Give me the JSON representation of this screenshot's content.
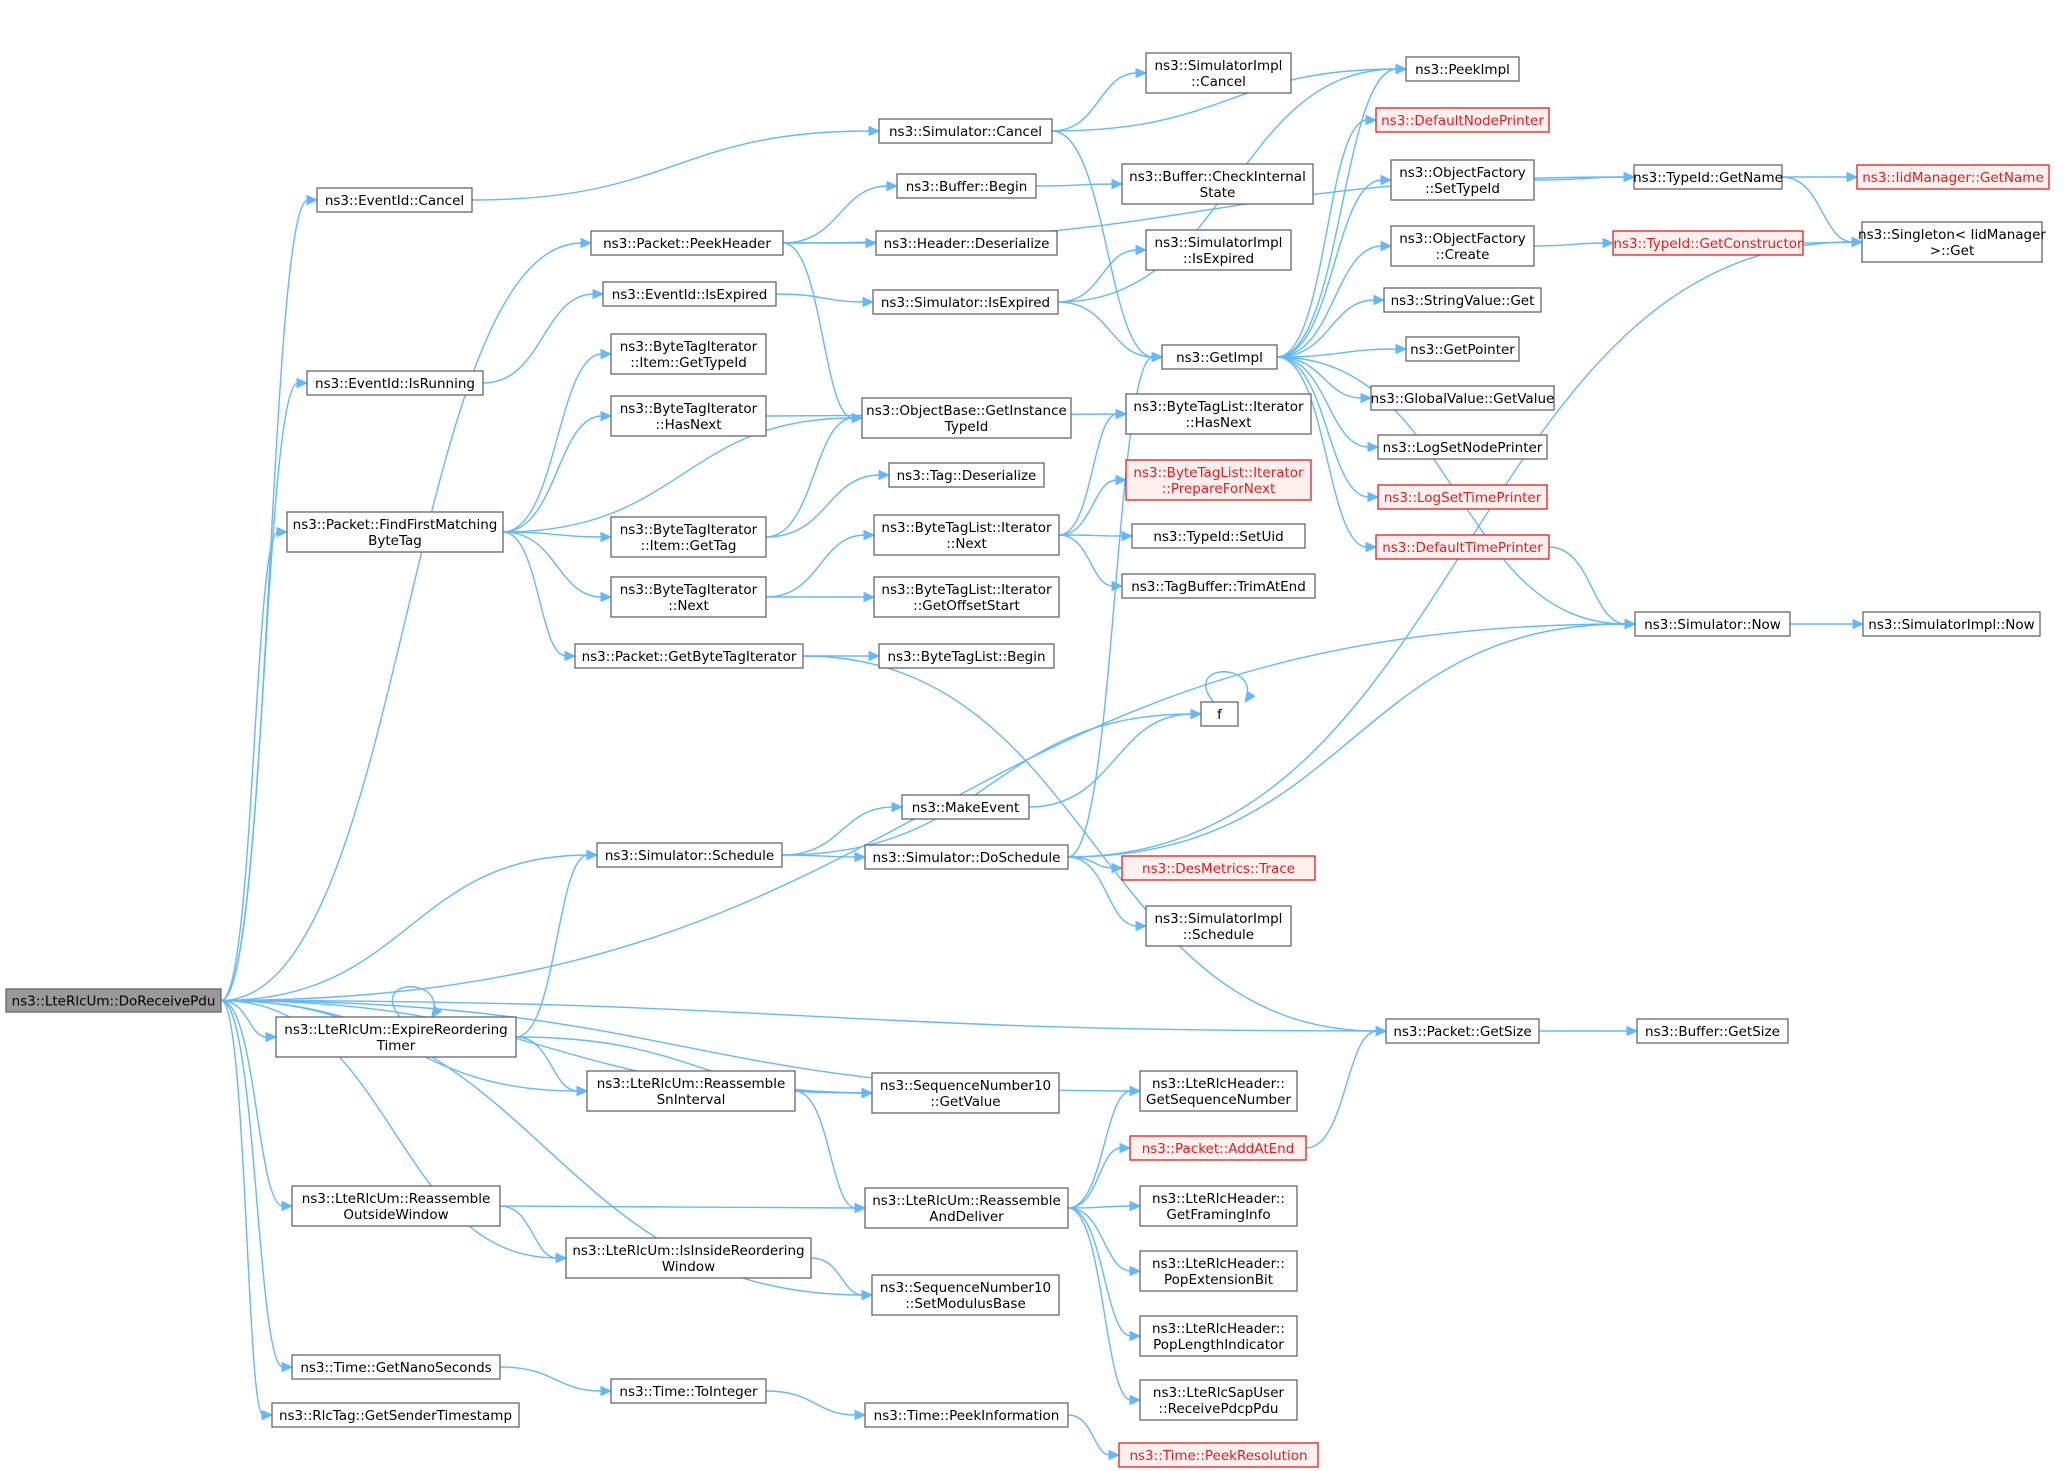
{
  "colors": {
    "edge": "#63b8ff",
    "node_border": "#666666",
    "root_fill": "#999999",
    "missing_border": "#e01e1e",
    "missing_fill": "#fff0f0"
  },
  "graph": {
    "nodes": [
      {
        "id": "root",
        "lines": [
          "ns3::LteRlcUm::DoReceivePdu"
        ],
        "style": "root"
      },
      {
        "id": "eventid_cancel",
        "lines": [
          "ns3::EventId::Cancel"
        ]
      },
      {
        "id": "packet_peekheader",
        "lines": [
          "ns3::Packet::PeekHeader"
        ]
      },
      {
        "id": "eventid_isrunning",
        "lines": [
          "ns3::EventId::IsRunning"
        ]
      },
      {
        "id": "packet_findfirst",
        "lines": [
          "ns3::Packet::FindFirstMatching",
          "ByteTag"
        ]
      },
      {
        "id": "sim_schedule",
        "lines": [
          "ns3::Simulator::Schedule"
        ]
      },
      {
        "id": "expire_timer",
        "lines": [
          "ns3::LteRlcUm::ExpireReordering",
          "Timer"
        ]
      },
      {
        "id": "reassemble_sn",
        "lines": [
          "ns3::LteRlcUm::Reassemble",
          "SnInterval"
        ]
      },
      {
        "id": "reassemble_outside",
        "lines": [
          "ns3::LteRlcUm::Reassemble",
          "OutsideWindow"
        ]
      },
      {
        "id": "isinside",
        "lines": [
          "ns3::LteRlcUm::IsInsideReordering",
          "Window"
        ]
      },
      {
        "id": "time_getnano",
        "lines": [
          "ns3::Time::GetNanoSeconds"
        ]
      },
      {
        "id": "rlctag_sender",
        "lines": [
          "ns3::RlcTag::GetSenderTimestamp"
        ]
      },
      {
        "id": "sim_cancel",
        "lines": [
          "ns3::Simulator::Cancel"
        ]
      },
      {
        "id": "buffer_begin",
        "lines": [
          "ns3::Buffer::Begin"
        ]
      },
      {
        "id": "header_deser",
        "lines": [
          "ns3::Header::Deserialize"
        ]
      },
      {
        "id": "eventid_isexpired",
        "lines": [
          "ns3::EventId::IsExpired"
        ]
      },
      {
        "id": "sim_isexpired",
        "lines": [
          "ns3::Simulator::IsExpired"
        ]
      },
      {
        "id": "bti_item_gettypeid",
        "lines": [
          "ns3::ByteTagIterator",
          "::Item::GetTypeId"
        ]
      },
      {
        "id": "bti_hasnext",
        "lines": [
          "ns3::ByteTagIterator",
          "::HasNext"
        ]
      },
      {
        "id": "objbase_getinst",
        "lines": [
          "ns3::ObjectBase::GetInstance",
          "TypeId"
        ]
      },
      {
        "id": "tag_deser",
        "lines": [
          "ns3::Tag::Deserialize"
        ]
      },
      {
        "id": "bti_item_gettag",
        "lines": [
          "ns3::ByteTagIterator",
          "::Item::GetTag"
        ]
      },
      {
        "id": "btl_iter_next",
        "lines": [
          "ns3::ByteTagList::Iterator",
          "::Next"
        ]
      },
      {
        "id": "bti_next",
        "lines": [
          "ns3::ByteTagIterator",
          "::Next"
        ]
      },
      {
        "id": "btl_iter_getoffset",
        "lines": [
          "ns3::ByteTagList::Iterator",
          "::GetOffsetStart"
        ]
      },
      {
        "id": "packet_getbti",
        "lines": [
          "ns3::Packet::GetByteTagIterator"
        ]
      },
      {
        "id": "btl_begin",
        "lines": [
          "ns3::ByteTagList::Begin"
        ]
      },
      {
        "id": "f",
        "lines": [
          "f"
        ]
      },
      {
        "id": "makeevent",
        "lines": [
          "ns3::MakeEvent"
        ]
      },
      {
        "id": "sim_doschedule",
        "lines": [
          "ns3::Simulator::DoSchedule"
        ]
      },
      {
        "id": "seq_getvalue",
        "lines": [
          "ns3::SequenceNumber10",
          "::GetValue"
        ]
      },
      {
        "id": "reassemble_deliver",
        "lines": [
          "ns3::LteRlcUm::Reassemble",
          "AndDeliver"
        ]
      },
      {
        "id": "seq_setmod",
        "lines": [
          "ns3::SequenceNumber10",
          "::SetModulusBase"
        ]
      },
      {
        "id": "time_tointeger",
        "lines": [
          "ns3::Time::ToInteger"
        ]
      },
      {
        "id": "time_peekinfo",
        "lines": [
          "ns3::Time::PeekInformation"
        ]
      },
      {
        "id": "simimpl_cancel",
        "lines": [
          "ns3::SimulatorImpl",
          "::Cancel"
        ]
      },
      {
        "id": "buffer_checkint",
        "lines": [
          "ns3::Buffer::CheckInternal",
          "State"
        ]
      },
      {
        "id": "simimpl_isexpired",
        "lines": [
          "ns3::SimulatorImpl",
          "::IsExpired"
        ]
      },
      {
        "id": "getimpl",
        "lines": [
          "ns3::GetImpl"
        ]
      },
      {
        "id": "btl_iter_hasnext",
        "lines": [
          "ns3::ByteTagList::Iterator",
          "::HasNext"
        ]
      },
      {
        "id": "btl_iter_prepare",
        "lines": [
          "ns3::ByteTagList::Iterator",
          "::PrepareForNext"
        ],
        "style": "red"
      },
      {
        "id": "typeid_setuid",
        "lines": [
          "ns3::TypeId::SetUid"
        ]
      },
      {
        "id": "tagbuffer_trim",
        "lines": [
          "ns3::TagBuffer::TrimAtEnd"
        ]
      },
      {
        "id": "desmetrics_trace",
        "lines": [
          "ns3::DesMetrics::Trace"
        ],
        "style": "red"
      },
      {
        "id": "simimpl_schedule",
        "lines": [
          "ns3::SimulatorImpl",
          "::Schedule"
        ]
      },
      {
        "id": "lterlcheader_getseq",
        "lines": [
          "ns3::LteRlcHeader::",
          "GetSequenceNumber"
        ]
      },
      {
        "id": "packet_addatend",
        "lines": [
          "ns3::Packet::AddAtEnd"
        ],
        "style": "red"
      },
      {
        "id": "lterlcheader_getframing",
        "lines": [
          "ns3::LteRlcHeader::",
          "GetFramingInfo"
        ]
      },
      {
        "id": "lterlcheader_popext",
        "lines": [
          "ns3::LteRlcHeader::",
          "PopExtensionBit"
        ]
      },
      {
        "id": "lterlcheader_poplen",
        "lines": [
          "ns3::LteRlcHeader::",
          "PopLengthIndicator"
        ]
      },
      {
        "id": "lterlcsap_receive",
        "lines": [
          "ns3::LteRlcSapUser",
          "::ReceivePdcpPdu"
        ]
      },
      {
        "id": "time_peekres",
        "lines": [
          "ns3::Time::PeekResolution"
        ],
        "style": "red"
      },
      {
        "id": "peekimpl",
        "lines": [
          "ns3::PeekImpl"
        ]
      },
      {
        "id": "defaultnodeprinter",
        "lines": [
          "ns3::DefaultNodePrinter"
        ],
        "style": "red"
      },
      {
        "id": "objfactory_settypeid",
        "lines": [
          "ns3::ObjectFactory",
          "::SetTypeId"
        ]
      },
      {
        "id": "objfactory_create",
        "lines": [
          "ns3::ObjectFactory",
          "::Create"
        ]
      },
      {
        "id": "stringvalue_get",
        "lines": [
          "ns3::StringValue::Get"
        ]
      },
      {
        "id": "getpointer",
        "lines": [
          "ns3::GetPointer"
        ]
      },
      {
        "id": "globalvalue_getvalue",
        "lines": [
          "ns3::GlobalValue::GetValue"
        ]
      },
      {
        "id": "logsetnodeprinter",
        "lines": [
          "ns3::LogSetNodePrinter"
        ]
      },
      {
        "id": "logsettimeprinter",
        "lines": [
          "ns3::LogSetTimePrinter"
        ],
        "style": "red"
      },
      {
        "id": "defaulttimeprinter",
        "lines": [
          "ns3::DefaultTimePrinter"
        ],
        "style": "red"
      },
      {
        "id": "packet_getsize",
        "lines": [
          "ns3::Packet::GetSize"
        ]
      },
      {
        "id": "typeid_getname",
        "lines": [
          "ns3::TypeId::GetName"
        ]
      },
      {
        "id": "typeid_getctor",
        "lines": [
          "ns3::TypeId::GetConstructor"
        ],
        "style": "red"
      },
      {
        "id": "sim_now",
        "lines": [
          "ns3::Simulator::Now"
        ]
      },
      {
        "id": "buffer_getsize",
        "lines": [
          "ns3::Buffer::GetSize"
        ]
      },
      {
        "id": "iidmanager_getname",
        "lines": [
          "ns3::IidManager::GetName"
        ],
        "style": "red"
      },
      {
        "id": "singleton_get",
        "lines": [
          "ns3::Singleton< IidManager",
          ">::Get"
        ]
      },
      {
        "id": "simimpl_now",
        "lines": [
          "ns3::SimulatorImpl::Now"
        ]
      }
    ],
    "edges": [
      [
        "root",
        "eventid_cancel"
      ],
      [
        "root",
        "packet_peekheader"
      ],
      [
        "root",
        "eventid_isrunning"
      ],
      [
        "root",
        "packet_findfirst"
      ],
      [
        "root",
        "sim_now"
      ],
      [
        "root",
        "sim_schedule"
      ],
      [
        "root",
        "packet_getsize"
      ],
      [
        "root",
        "expire_timer"
      ],
      [
        "root",
        "seq_getvalue"
      ],
      [
        "root",
        "reassemble_sn"
      ],
      [
        "root",
        "lterlcheader_getseq"
      ],
      [
        "root",
        "reassemble_outside"
      ],
      [
        "root",
        "isinside"
      ],
      [
        "root",
        "seq_setmod"
      ],
      [
        "root",
        "time_getnano"
      ],
      [
        "root",
        "rlctag_sender"
      ],
      [
        "eventid_cancel",
        "sim_cancel"
      ],
      [
        "sim_cancel",
        "simimpl_cancel"
      ],
      [
        "sim_cancel",
        "peekimpl"
      ],
      [
        "sim_cancel",
        "getimpl"
      ],
      [
        "packet_peekheader",
        "typeid_getname"
      ],
      [
        "packet_peekheader",
        "buffer_begin"
      ],
      [
        "packet_peekheader",
        "header_deser"
      ],
      [
        "packet_peekheader",
        "objbase_getinst"
      ],
      [
        "buffer_begin",
        "buffer_checkint"
      ],
      [
        "eventid_isrunning",
        "eventid_isexpired"
      ],
      [
        "eventid_isexpired",
        "sim_isexpired"
      ],
      [
        "sim_isexpired",
        "simimpl_isexpired"
      ],
      [
        "sim_isexpired",
        "peekimpl"
      ],
      [
        "sim_isexpired",
        "getimpl"
      ],
      [
        "packet_findfirst",
        "bti_item_gettypeid"
      ],
      [
        "packet_findfirst",
        "bti_hasnext"
      ],
      [
        "packet_findfirst",
        "objbase_getinst"
      ],
      [
        "packet_findfirst",
        "bti_item_gettag"
      ],
      [
        "packet_findfirst",
        "bti_next"
      ],
      [
        "packet_findfirst",
        "packet_getbti"
      ],
      [
        "bti_hasnext",
        "btl_iter_hasnext"
      ],
      [
        "bti_item_gettag",
        "objbase_getinst"
      ],
      [
        "bti_item_gettag",
        "tag_deser"
      ],
      [
        "bti_next",
        "btl_iter_next"
      ],
      [
        "bti_next",
        "btl_iter_getoffset"
      ],
      [
        "btl_iter_next",
        "btl_iter_hasnext"
      ],
      [
        "btl_iter_next",
        "btl_iter_prepare"
      ],
      [
        "btl_iter_next",
        "typeid_setuid"
      ],
      [
        "btl_iter_next",
        "tagbuffer_trim"
      ],
      [
        "packet_getbti",
        "btl_begin"
      ],
      [
        "packet_getbti",
        "packet_getsize"
      ],
      [
        "sim_schedule",
        "f"
      ],
      [
        "sim_schedule",
        "makeevent"
      ],
      [
        "sim_schedule",
        "sim_doschedule"
      ],
      [
        "makeevent",
        "f"
      ],
      [
        "f",
        "f"
      ],
      [
        "sim_doschedule",
        "getimpl"
      ],
      [
        "sim_doschedule",
        "sim_now"
      ],
      [
        "sim_doschedule",
        "singleton_get"
      ],
      [
        "sim_doschedule",
        "desmetrics_trace"
      ],
      [
        "sim_doschedule",
        "simimpl_schedule"
      ],
      [
        "getimpl",
        "peekimpl"
      ],
      [
        "getimpl",
        "defaultnodeprinter"
      ],
      [
        "getimpl",
        "objfactory_settypeid"
      ],
      [
        "getimpl",
        "objfactory_create"
      ],
      [
        "getimpl",
        "stringvalue_get"
      ],
      [
        "getimpl",
        "getpointer"
      ],
      [
        "getimpl",
        "globalvalue_getvalue"
      ],
      [
        "getimpl",
        "logsetnodeprinter"
      ],
      [
        "getimpl",
        "logsettimeprinter"
      ],
      [
        "getimpl",
        "defaulttimeprinter"
      ],
      [
        "getimpl",
        "sim_now"
      ],
      [
        "objfactory_settypeid",
        "typeid_getname"
      ],
      [
        "objfactory_create",
        "typeid_getctor"
      ],
      [
        "typeid_getname",
        "iidmanager_getname"
      ],
      [
        "typeid_getname",
        "singleton_get"
      ],
      [
        "typeid_getctor",
        "singleton_get"
      ],
      [
        "defaulttimeprinter",
        "sim_now"
      ],
      [
        "sim_now",
        "simimpl_now"
      ],
      [
        "packet_getsize",
        "buffer_getsize"
      ],
      [
        "expire_timer",
        "expire_timer"
      ],
      [
        "expire_timer",
        "sim_schedule"
      ],
      [
        "expire_timer",
        "seq_getvalue"
      ],
      [
        "expire_timer",
        "reassemble_sn"
      ],
      [
        "reassemble_sn",
        "seq_getvalue"
      ],
      [
        "reassemble_sn",
        "reassemble_deliver"
      ],
      [
        "reassemble_outside",
        "reassemble_deliver"
      ],
      [
        "reassemble_outside",
        "isinside"
      ],
      [
        "isinside",
        "seq_setmod"
      ],
      [
        "reassemble_deliver",
        "lterlcheader_getseq"
      ],
      [
        "reassemble_deliver",
        "packet_addatend"
      ],
      [
        "reassemble_deliver",
        "lterlcheader_getframing"
      ],
      [
        "reassemble_deliver",
        "lterlcheader_popext"
      ],
      [
        "reassemble_deliver",
        "lterlcheader_poplen"
      ],
      [
        "reassemble_deliver",
        "lterlcsap_receive"
      ],
      [
        "packet_addatend",
        "packet_getsize"
      ],
      [
        "time_getnano",
        "time_tointeger"
      ],
      [
        "time_tointeger",
        "time_peekinfo"
      ],
      [
        "time_peekinfo",
        "time_peekres"
      ]
    ]
  }
}
